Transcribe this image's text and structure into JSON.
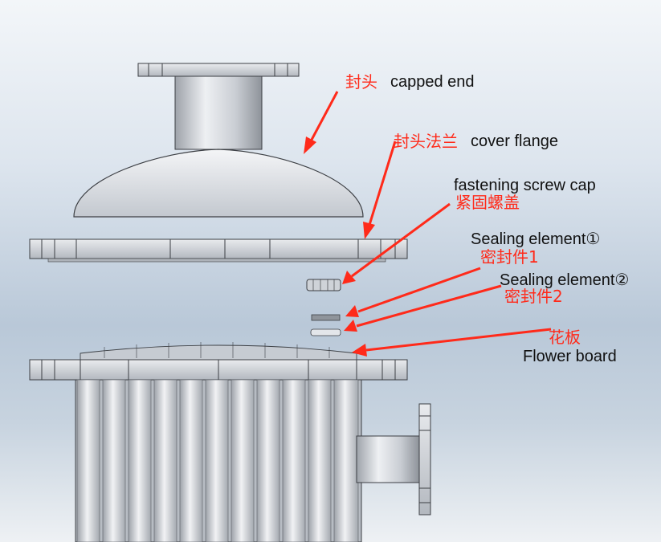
{
  "labels": {
    "capped_end": {
      "cn": "封头",
      "en": "capped end"
    },
    "cover_flange": {
      "cn": "封头法兰",
      "en": "cover flange"
    },
    "screw_cap": {
      "en": "fastening screw cap",
      "cn": "紧固螺盖"
    },
    "sealing_1": {
      "en": "Sealing element①",
      "cn": "密封件1"
    },
    "sealing_2": {
      "en": "Sealing element②",
      "cn": "密封件2"
    },
    "flower_board": {
      "cn": "花板",
      "en": "Flower board"
    }
  },
  "colors": {
    "annotation": "#ff2a1a",
    "text": "#111111",
    "metal": "#d2d6dc",
    "edge": "#3c3f44"
  }
}
